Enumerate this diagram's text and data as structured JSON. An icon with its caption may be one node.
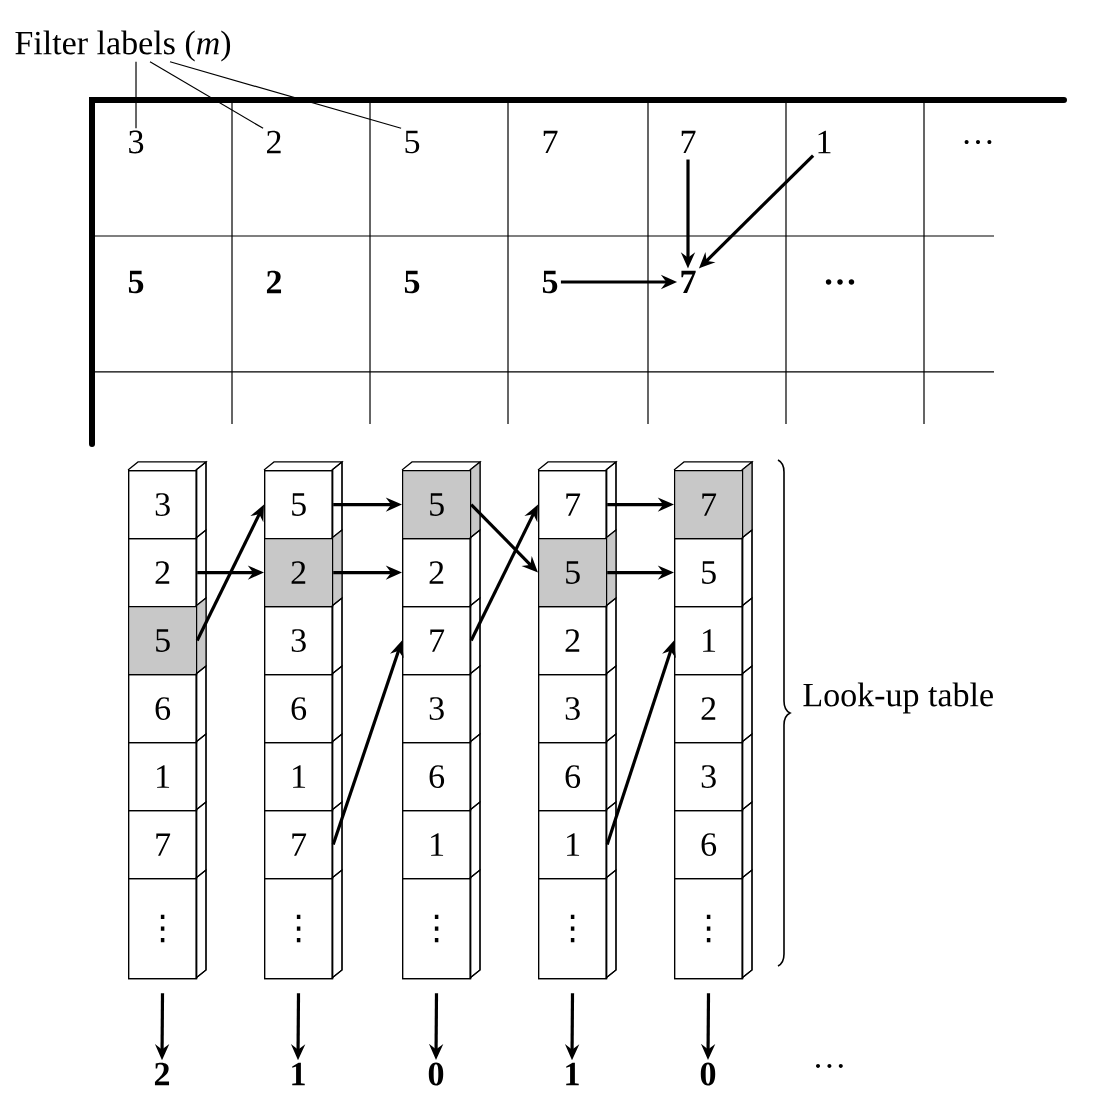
{
  "diagram": {
    "nodes": [
      {
        "text": [
          "Filter labels (*m*)"
        ]
      },
      {
        "text": [
          "3"
        ]
      },
      {
        "text": [
          "2"
        ]
      },
      {
        "text": [
          "5"
        ]
      },
      {
        "text": [
          "7"
        ]
      },
      {
        "text": [
          "7"
        ]
      },
      {
        "text": [
          "1"
        ]
      },
      {
        "text": [
          "…"
        ]
      },
      {
        "text": [
          "5"
        ]
      },
      {
        "text": [
          "2"
        ]
      },
      {
        "text": [
          "5"
        ]
      },
      {
        "text": [
          "5"
        ]
      },
      {
        "text": [
          "7"
        ]
      },
      {
        "text": [
          "…"
        ]
      },
      {
        "text": [],
        "shape": "bar"
      },
      {
        "text": [
          "3"
        ],
        "in": 14
      },
      {
        "text": [
          "2"
        ],
        "in": 14
      },
      {
        "text": [
          "5"
        ],
        "in": 14
      },
      {
        "text": [
          "6"
        ],
        "in": 14
      },
      {
        "text": [
          "1"
        ],
        "in": 14
      },
      {
        "text": [
          "7"
        ],
        "in": 14
      },
      {
        "text": [
          "⋮"
        ],
        "in": 14
      },
      {
        "text": [],
        "shape": "bar"
      },
      {
        "text": [
          "5"
        ],
        "in": 22
      },
      {
        "text": [
          "2"
        ],
        "in": 22
      },
      {
        "text": [
          "3"
        ],
        "in": 22
      },
      {
        "text": [
          "6"
        ],
        "in": 22
      },
      {
        "text": [
          "1"
        ],
        "in": 22
      },
      {
        "text": [
          "7"
        ],
        "in": 22
      },
      {
        "text": [
          "⋮"
        ],
        "in": 22
      },
      {
        "text": [],
        "shape": "bar"
      },
      {
        "text": [
          "5"
        ],
        "in": 30
      },
      {
        "text": [
          "2"
        ],
        "in": 30
      },
      {
        "text": [
          "7"
        ],
        "in": 30
      },
      {
        "text": [
          "3"
        ],
        "in": 30
      },
      {
        "text": [
          "6"
        ],
        "in": 30
      },
      {
        "text": [
          "1"
        ],
        "in": 30
      },
      {
        "text": [
          "⋮"
        ],
        "in": 30
      },
      {
        "text": [],
        "shape": "bar"
      },
      {
        "text": [
          "7"
        ],
        "in": 38
      },
      {
        "text": [
          "5"
        ],
        "in": 38
      },
      {
        "text": [
          "2"
        ],
        "in": 38
      },
      {
        "text": [
          "3"
        ],
        "in": 38
      },
      {
        "text": [
          "6"
        ],
        "in": 38
      },
      {
        "text": [
          "1"
        ],
        "in": 38
      },
      {
        "text": [
          "⋮"
        ],
        "in": 38
      },
      {
        "text": [],
        "shape": "bar"
      },
      {
        "text": [
          "7"
        ],
        "in": 46
      },
      {
        "text": [
          "5"
        ],
        "in": 46
      },
      {
        "text": [
          "1"
        ],
        "in": 46
      },
      {
        "text": [
          "2"
        ],
        "in": 46
      },
      {
        "text": [
          "3"
        ],
        "in": 46
      },
      {
        "text": [
          "6"
        ],
        "in": 46
      },
      {
        "text": [
          "⋮"
        ],
        "in": 46
      },
      {
        "text": [
          "2"
        ]
      },
      {
        "text": [
          "1"
        ]
      },
      {
        "text": [
          "0"
        ]
      },
      {
        "text": [
          "1"
        ]
      },
      {
        "text": [
          "0"
        ]
      }
    ],
    "edges": [
      {
        "from": 0,
        "to": 1,
        "arrow": "none"
      },
      {
        "from": 0,
        "to": 2,
        "arrow": "none"
      },
      {
        "from": 0,
        "to": 3,
        "arrow": "none"
      },
      {
        "from": 5,
        "to": 12,
        "arrow": "to"
      },
      {
        "from": 6,
        "to": 12,
        "arrow": "to"
      },
      {
        "from": 11,
        "to": 12,
        "arrow": "to"
      },
      {
        "from": 16,
        "to": 24,
        "arrow": "to"
      },
      {
        "from": 17,
        "to": 23,
        "arrow": "to"
      },
      {
        "from": 23,
        "to": 31,
        "arrow": "to"
      },
      {
        "from": 24,
        "to": 32,
        "arrow": "to"
      },
      {
        "from": 28,
        "to": 33,
        "arrow": "to"
      },
      {
        "from": 31,
        "to": 40,
        "arrow": "to"
      },
      {
        "from": 33,
        "to": 39,
        "arrow": "to"
      },
      {
        "from": 39,
        "to": 47,
        "arrow": "to"
      },
      {
        "from": 40,
        "to": 48,
        "arrow": "to"
      },
      {
        "from": 44,
        "to": 49,
        "arrow": "to"
      },
      {
        "from": 14,
        "to": 54,
        "arrow": "to"
      },
      {
        "from": 22,
        "to": 55,
        "arrow": "to"
      },
      {
        "from": 30,
        "to": 56,
        "arrow": "to"
      },
      {
        "from": 38,
        "to": 57,
        "arrow": "to"
      },
      {
        "from": 46,
        "to": 58,
        "arrow": "to"
      }
    ],
    "labels": [
      "Look-up table",
      "…"
    ]
  }
}
